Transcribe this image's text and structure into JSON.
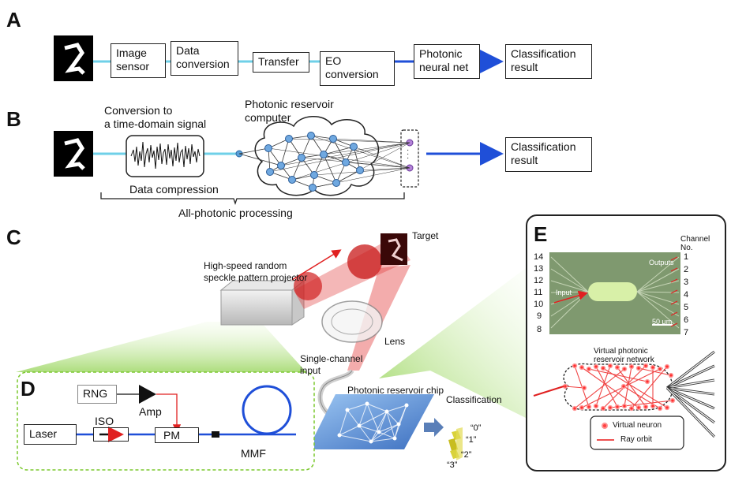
{
  "panels": {
    "A": "A",
    "B": "B",
    "C": "C",
    "D": "D",
    "E": "E"
  },
  "panelA": {
    "boxes": [
      "Image\nsensor",
      "Data\nconversion",
      "Transfer",
      "EO\nconversion",
      "Photonic\nneural net",
      "Classification\nresult"
    ]
  },
  "panelB": {
    "conversion_label": "Conversion to\na time-domain signal",
    "reservoir_label": "Photonic reservoir\ncomputer",
    "compression_label": "Data compression",
    "all_photonic_label": "All-photonic processing",
    "result_box": "Classification\nresult",
    "dots": "·\n·\n·"
  },
  "panelC": {
    "target": "Target",
    "projector": "High-speed random\nspeckle pattern projector",
    "lens": "Lens",
    "single_channel": "Single-channel\ninput",
    "chip": "Photonic reservoir chip",
    "classification": "Classification",
    "classes": [
      "“0”",
      "“1”",
      "“2”",
      "“3”"
    ]
  },
  "panelD": {
    "rng": "RNG",
    "amp": "Amp",
    "laser": "Laser",
    "iso": "ISO",
    "pm": "PM",
    "mmf": "MMF"
  },
  "panelE": {
    "channel_header": "Channel\nNo.",
    "right_channels": [
      "1",
      "2",
      "3",
      "4",
      "5",
      "6",
      "7"
    ],
    "left_channels": [
      "14",
      "13",
      "12",
      "11",
      "10",
      "9",
      "8"
    ],
    "outputs": "Outputs",
    "input": "Input",
    "scale": "50 μm",
    "network_title": "Virtual photonic\nreservoir network",
    "legend_neuron": "Virtual neuron",
    "legend_ray": "Ray orbit"
  },
  "colors": {
    "accent_blue": "#1f4fd8",
    "fiber_blue": "#6fd0e8",
    "laser_red": "#e02020",
    "green_glow": "#8ed63a",
    "chip_blue": "#5a8fd0"
  }
}
